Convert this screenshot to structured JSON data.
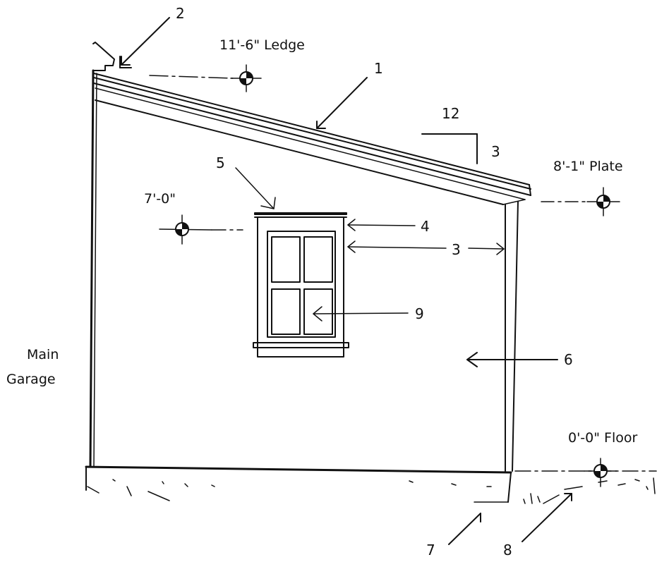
{
  "levels": {
    "ledge": "11'-6\" Ledge",
    "plate": "8'-1\"  Plate",
    "head": "7'-0\"",
    "floor": "0'-0\" Floor"
  },
  "adjacent": {
    "line1": "Main",
    "line2": "Garage"
  },
  "slope": {
    "run": "12",
    "rise": "3"
  },
  "callouts": {
    "c1": "1",
    "c2": "2",
    "c3": "3",
    "c4": "4",
    "c5": "5",
    "c6": "6",
    "c7": "7",
    "c8": "8",
    "c9": "9"
  }
}
